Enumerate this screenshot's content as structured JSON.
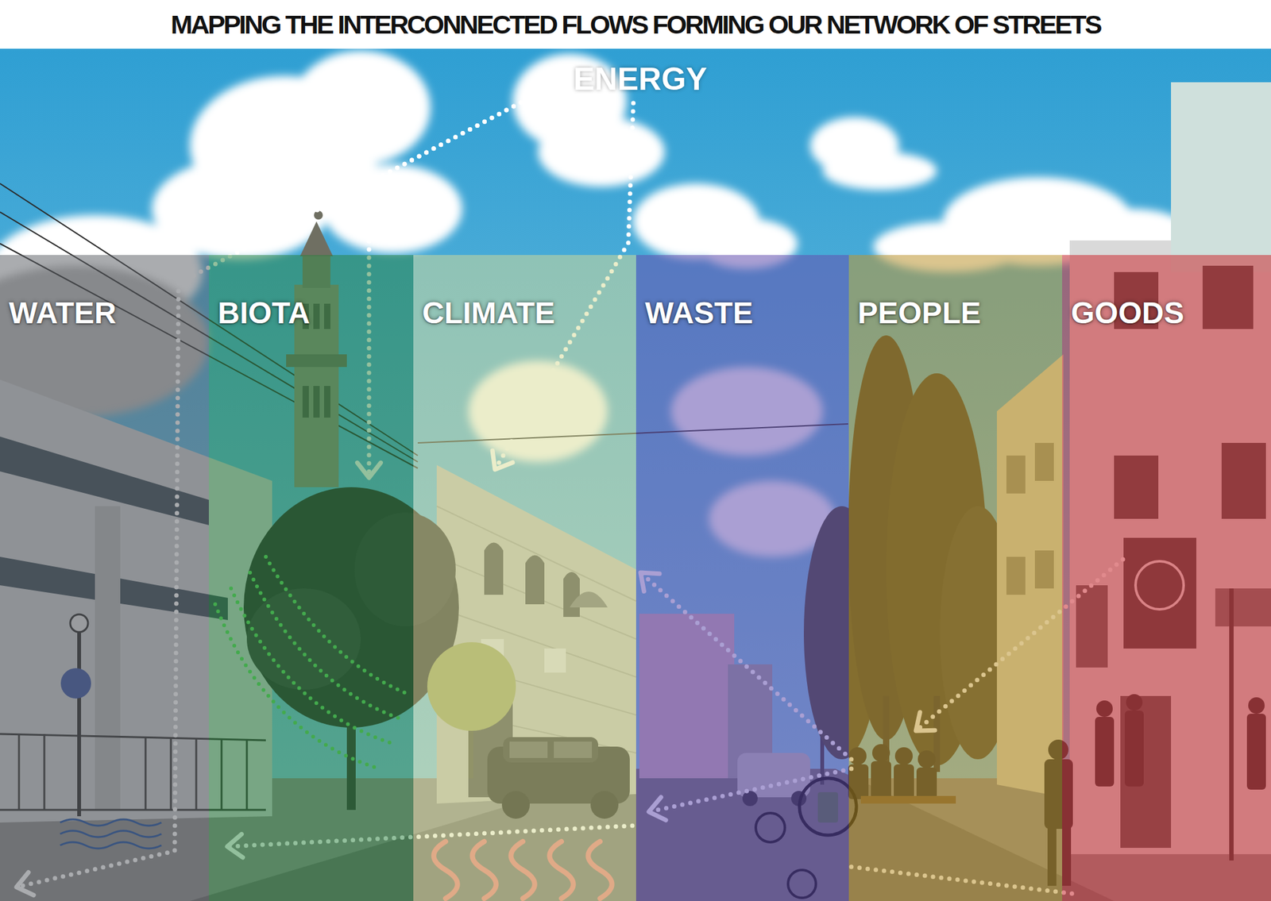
{
  "diagram": {
    "title": "MAPPING THE INTERCONNECTED FLOWS FORMING OUR NETWORK OF STREETS",
    "nodes": [
      {
        "text": [
          "ENERGY"
        ]
      },
      {
        "text": [
          "WATER"
        ]
      },
      {
        "text": [
          "BIOTA"
        ]
      },
      {
        "text": [
          "CLIMATE"
        ]
      },
      {
        "text": [
          "WASTE"
        ]
      },
      {
        "text": [
          "PEOPLE"
        ]
      },
      {
        "text": [
          "GOODS"
        ]
      }
    ],
    "edges": [
      {
        "from": 0,
        "to": 1,
        "arrow": "to"
      },
      {
        "from": 0,
        "to": 2,
        "arrow": "to"
      },
      {
        "from": 0,
        "to": 3,
        "arrow": "to"
      },
      {
        "from": 6,
        "to": 5,
        "arrow": "to"
      },
      {
        "from": 5,
        "to": 4,
        "arrow": "to"
      },
      {
        "from": 5,
        "to": 4,
        "arrow": "to"
      },
      {
        "from": 3,
        "to": 2,
        "arrow": "to"
      },
      {
        "from": 5,
        "to": 6,
        "arrow": "none"
      }
    ]
  }
}
